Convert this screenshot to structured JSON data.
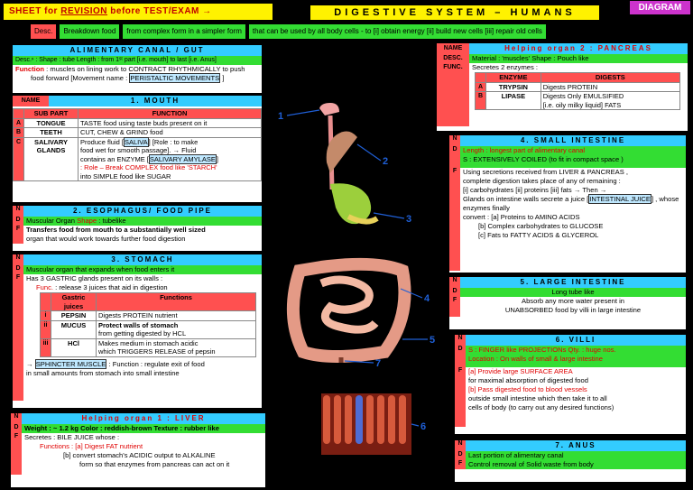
{
  "header": {
    "sheet_pre": "SHEET for ",
    "sheet_rev": "REVISION",
    "sheet_post": " before TEST/EXAM →",
    "title": "DIGESTIVE SYSTEM – HUMANS",
    "badge": "DIAGRAM"
  },
  "desc": {
    "label": "Desc.",
    "parts": [
      "Breakdown food",
      "from complex form in a simpler form",
      "that can be used by all body cells - to [i] obtain energy [ii] build new cells [iii] repair old cells"
    ]
  },
  "canal": {
    "title": "ALIMENTARY CANAL / GUT",
    "line1": "Desc.ⁿ : Shape : tube   Length : from 1ˢᵗ part [i.e. mouth] to last [i.e. Anus]",
    "func_lab": "Function",
    "func": " : muscles on lining work to CONTRACT RHYTHMICALLY  to push",
    "func2": "food forward [Movement name : ",
    "peri": "PERISTALTIC MOVEMENTS",
    "func2end": " ]"
  },
  "mouth": {
    "name": "NAME",
    "title": "1. MOUTH",
    "th": [
      "SUB PART",
      "FUNCTION"
    ],
    "rows": [
      {
        "k": "A",
        "part": "TONGUE",
        "f": "TASTE food using taste buds present on it"
      },
      {
        "k": "B",
        "part": "TEETH",
        "f": "CUT, CHEW & GRIND food"
      },
      {
        "k": "C",
        "part": "SALIVARY GLANDS",
        "f1": "Produce fluid [",
        "saliva": "SALIVA",
        "f1b": "] [Role : to make",
        "f2": "food wet for smooth passage]. → Fluid",
        "f3": "contains an ENZYME [",
        "amylase": "SALIVARY AMYLASE",
        "f3b": "]",
        "f4": ": Role – Break COMPLEX food like 'STARCH'",
        "f5": "into SIMPLE food like SUGAR"
      }
    ]
  },
  "esoph": {
    "n": "N",
    "d": "D",
    "f": "F",
    "title": "2. ESOPHAGUS/ FOOD PIPE",
    "desc1": "Muscular Organ",
    "shape": "Shape",
    "desc2": ": tubelike",
    "func1": "Transfers food from mouth to a substantially well sized",
    "func2": "organ that would work towards further food digestion"
  },
  "stomach": {
    "title": "3. STOMACH",
    "desc": "Muscular organ that expands when food enters it",
    "l1": "Has 3 GASTRIC glands present on its walls :",
    "l2a": "Func.",
    "l2b": "  : release 3 juices that aid in digestion",
    "th": [
      "Gastric juices",
      "Functions"
    ],
    "rows": [
      {
        "k": "i",
        "j": "PEPSIN",
        "f": "Digests PROTEIN nutrient"
      },
      {
        "k": "ii",
        "j": "MUCUS",
        "f1": "Protect walls of stomach",
        "f2": "from getting digested by HCL"
      },
      {
        "k": "iii",
        "j": "HCl",
        "f1": "Makes medium in stomach acidic",
        "f2": "which TRIGGERS RELEASE of pepsin"
      }
    ],
    "sph": "SPHINCTER MUSCLE",
    "sphf": " : Function : regulate exit of food",
    "sph2": "in small amounts from stomach into small intestine"
  },
  "liver": {
    "title": "Helping organ 1 : LIVER",
    "weight": "Weight : ~ 1.2 kg  Color : reddish-brown  Texture : rubber like",
    "sec": "Secretes :  BILE JUICE whose :",
    "f1": "Functions : [a] Digest FAT nutrient",
    "f2": "[b] convert stomach's ACIDIC output to ALKALINE",
    "f3": "form so that enzymes from pancreas can act on it"
  },
  "pancreas": {
    "name": "NAME",
    "title": "Helping organ 2 : PANCREAS",
    "desc_lab": "DESC.",
    "desc": "Material : 'muscles'   Shape : Pouch like",
    "func_lab": "FUNC.",
    "func": "Secretes 2 enzymes :",
    "th": [
      "ENZYME",
      "DIGESTS"
    ],
    "rows": [
      {
        "k": "A",
        "e": "TRYPSIN",
        "d": "Digests PROTEIN"
      },
      {
        "k": "B",
        "e": "LIPASE",
        "d1": "Digests Only EMULSIFIED",
        "d2": "[i.e. oily milky liquid] FATS"
      }
    ]
  },
  "small": {
    "title": "4. SMALL INTESTINE",
    "d1": "Length : longest part of alimentary canal",
    "d2": "S : EXTENSIVELY COILED (to fit in compact space )",
    "f1": "Using secretions received from LIVER & PANCREAS ,",
    "f2": "complete digestion takes place of any of remaining :",
    "f3": "[i] carbohydrates [ii] proteins  [iii] fats → Then →",
    "f4": "Glands on intestine walls secrete a juice [",
    "ij": "INTESTINAL JUICE",
    "f4b": "] , whose enzymes finally",
    "f5": "convert :  [a] Proteins   to AMINO ACIDS",
    "f6": "[b] Complex carbohydrates       to GLUCOSE",
    "f7": "[c] Fats    to FATTY ACIDS &  GLYCEROL"
  },
  "large": {
    "title": "5. LARGE INTESTINE",
    "d": "Long tube like",
    "f1": "Absorb any more water present in",
    "f2": "UNABSORBED food by villi in large intestine"
  },
  "villi": {
    "title": "6. VILLI",
    "d1": "S : FINGER like PROJECTIONs  Qty. : huge nos.",
    "d2": "Location : On walls of small & large intestine",
    "f1": "[a] Provide large SURFACE AREA",
    "f2": "for maximal absorption of digested food",
    "f3": "[b] Pass digested food  to blood vessels",
    "f4": "outside small intestine which then take it to all",
    "f5": "cells of body (to carry out any desired functions)"
  },
  "anus": {
    "title": "7. ANUS",
    "d": "Last portion of alimentary canal",
    "f": "Control removal of Solid waste from body"
  },
  "labels": {
    "n": "N",
    "d": "D",
    "f": "F"
  },
  "nums": [
    "1",
    "2",
    "3",
    "4",
    "5",
    "6",
    "7"
  ]
}
